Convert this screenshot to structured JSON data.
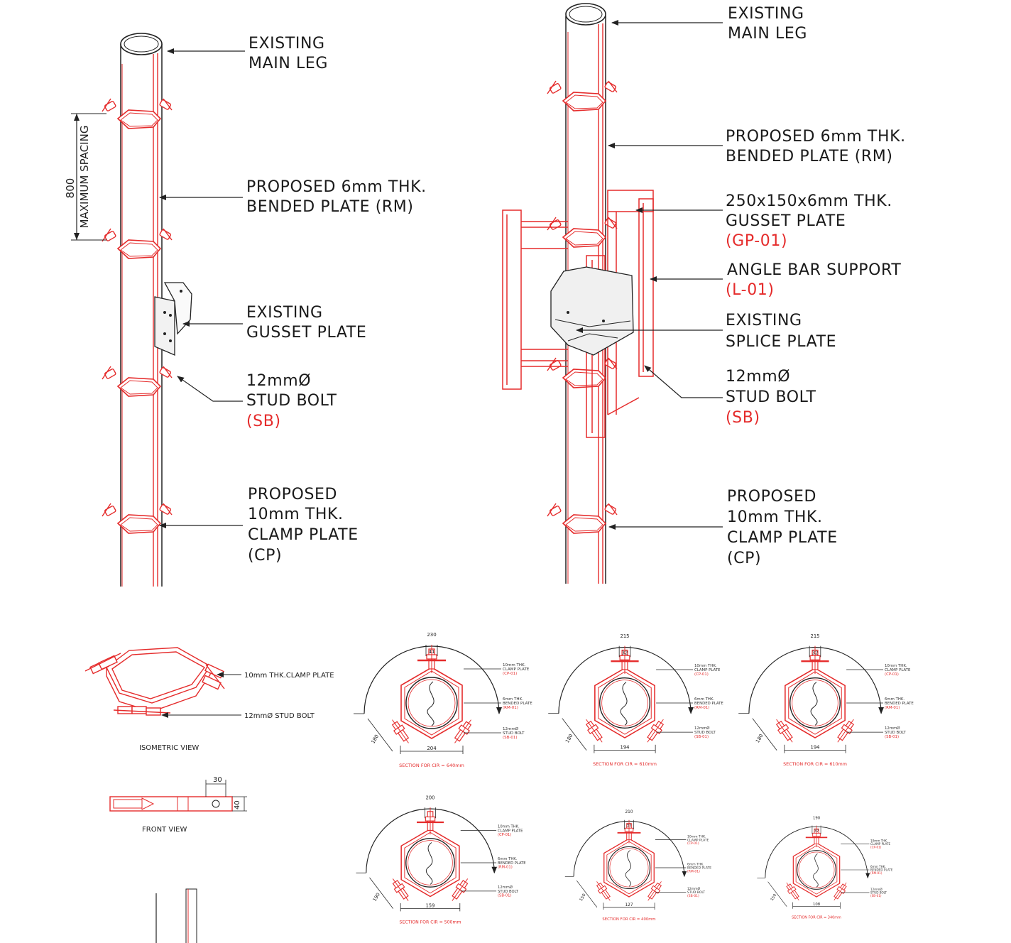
{
  "colors": {
    "accent_red": "#e52b2b",
    "line_black": "#222222",
    "background": "#ffffff"
  },
  "left_view": {
    "labels": {
      "main_leg": [
        "EXISTING",
        "MAIN LEG"
      ],
      "bended_plate": [
        "PROPOSED 6mm THK.",
        "BENDED PLATE (RM)"
      ],
      "gusset": [
        "EXISTING",
        "GUSSET PLATE"
      ],
      "stud": [
        "12mmØ",
        "STUD BOLT"
      ],
      "stud_code": "(SB)",
      "clamp": [
        "PROPOSED",
        "10mm THK.",
        "CLAMP PLATE",
        "(CP)"
      ]
    },
    "spacing_value": "800",
    "spacing_label": "MAXIMUM SPACING"
  },
  "right_view": {
    "labels": {
      "main_leg": [
        "EXISTING",
        "MAIN LEG"
      ],
      "bended_plate": [
        "PROPOSED 6mm THK.",
        "BENDED PLATE (RM)"
      ],
      "gusset": [
        "250x150x6mm THK.",
        "GUSSET PLATE"
      ],
      "gusset_code": "(GP-01)",
      "angle": [
        "ANGLE BAR SUPPORT"
      ],
      "angle_code": "(L-01)",
      "splice": [
        "EXISTING",
        "SPLICE PLATE"
      ],
      "stud": [
        "12mmØ",
        "STUD BOLT"
      ],
      "stud_code": "(SB)",
      "clamp": [
        "PROPOSED",
        "10mm THK.",
        "CLAMP PLATE",
        "(CP)"
      ]
    }
  },
  "detail": {
    "clamp_plate_label": "10mm THK.CLAMP PLATE",
    "stud_bolt_label": "12mmØ STUD BOLT",
    "isometric_caption": "ISOMETRIC VIEW",
    "front_caption": "FRONT VIEW",
    "front_dims": [
      "30",
      "40"
    ]
  },
  "sections": [
    {
      "top_dim": "230",
      "center_dim": "41",
      "side_dim": "180",
      "bottom_dim": "204",
      "caption": "SECTION FOR CIR = 640mm"
    },
    {
      "top_dim": "215",
      "center_dim": "32",
      "side_dim": "180",
      "bottom_dim": "194",
      "caption": "SECTION FOR CIR = 610mm"
    },
    {
      "top_dim": "215",
      "center_dim": "32",
      "side_dim": "180",
      "bottom_dim": "194",
      "caption": "SECTION FOR CIR = 610mm"
    },
    {
      "top_dim": "200",
      "center_dim": "",
      "side_dim": "190",
      "bottom_dim": "159",
      "caption": "SECTION FOR CIR = 500mm"
    },
    {
      "top_dim": "210",
      "center_dim": "37",
      "side_dim": "150",
      "bottom_dim": "127",
      "caption": "SECTION FOR CIR = 400mm"
    },
    {
      "top_dim": "190",
      "center_dim": "37",
      "side_dim": "150",
      "bottom_dim": "108",
      "caption": "SECTION FOR CIR = 340mm"
    }
  ],
  "section_labels": [
    "10mm THK.",
    "CLAMP PLATE",
    "(CP-01)",
    "6mm THK.",
    "BENDED PLATE",
    "(RM-01)",
    "12mmØ",
    "STUD BOLT",
    "(SB-01)"
  ]
}
